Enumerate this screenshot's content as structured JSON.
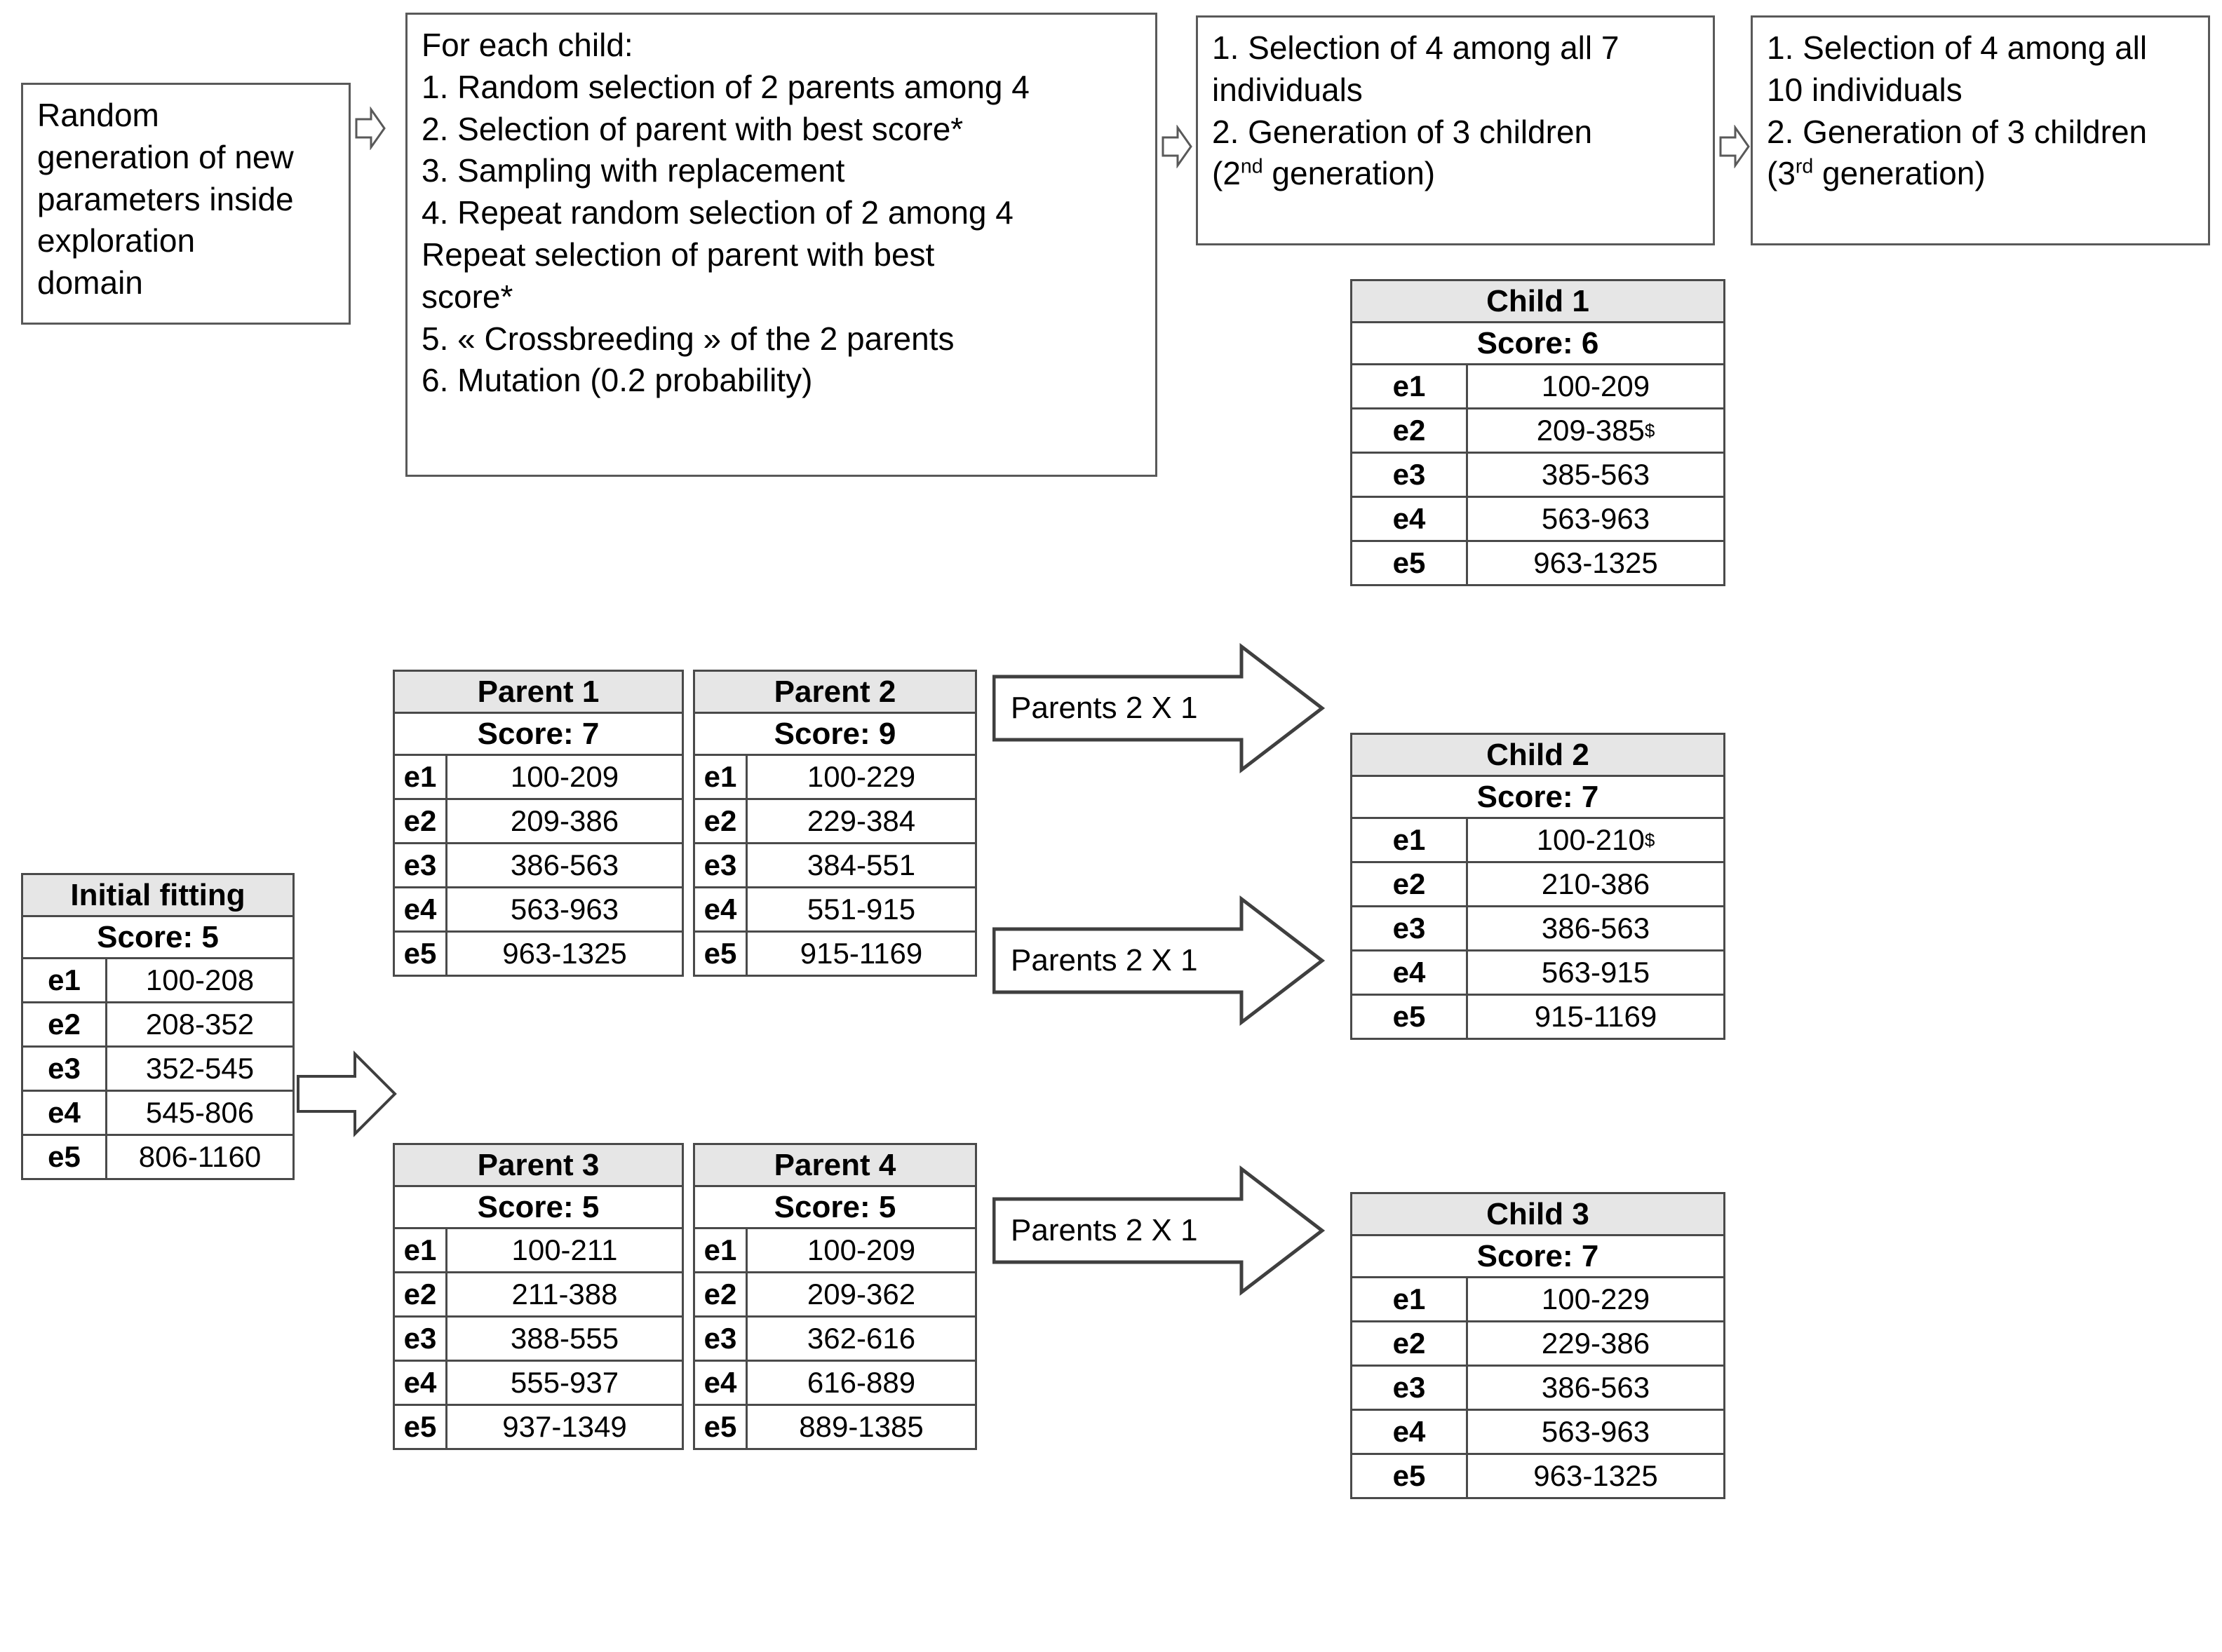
{
  "process_steps": [
    {
      "id": "random-generation",
      "lines": [
        "Random",
        "generation of new",
        "parameters inside",
        "exploration",
        "domain"
      ]
    },
    {
      "id": "for-each-child",
      "lines": [
        "For each child:",
        "1. Random selection of 2 parents among 4",
        "2. Selection of parent with best score*",
        "3. Sampling with replacement",
        "4. Repeat random selection of 2 among 4",
        "Repeat selection of parent with best",
        "score*",
        "5. « Crossbreeding » of the 2 parents",
        "6. Mutation (0.2 probability)"
      ]
    },
    {
      "id": "second-generation",
      "lines": [
        "1. Selection of 4 among all 7",
        "individuals",
        "2. Generation of 3 children"
      ],
      "last_line_pre": "(2",
      "last_line_sup": "nd",
      "last_line_post": " generation)"
    },
    {
      "id": "third-generation",
      "lines": [
        "1. Selection of 4 among all",
        "10 individuals",
        "2. Generation of 3 children"
      ],
      "last_line_pre": "(3",
      "last_line_sup": "rd",
      "last_line_post": " generation)"
    }
  ],
  "param_keys": [
    "e1",
    "e2",
    "e3",
    "e4",
    "e5"
  ],
  "initial_fitting": {
    "title": "Initial fitting",
    "score": "Score: 5",
    "values": [
      "100-208",
      "208-352",
      "352-545",
      "545-806",
      "806-1160"
    ]
  },
  "parents": [
    {
      "title": "Parent 1",
      "score": "Score: 7",
      "values": [
        "100-209",
        "209-386",
        "386-563",
        "563-963",
        "963-1325"
      ]
    },
    {
      "title": "Parent 2",
      "score": "Score: 9",
      "values": [
        "100-229",
        "229-384",
        "384-551",
        "551-915",
        "915-1169"
      ]
    },
    {
      "title": "Parent 3",
      "score": "Score: 5",
      "values": [
        "100-211",
        "211-388",
        "388-555",
        "555-937",
        "937-1349"
      ]
    },
    {
      "title": "Parent 4",
      "score": "Score: 5",
      "values": [
        "100-209",
        "209-362",
        "362-616",
        "616-889",
        "889-1385"
      ]
    }
  ],
  "children": [
    {
      "title": "Child 1",
      "score": "Score: 6",
      "values": [
        "100-209",
        "209-385",
        "385-563",
        "563-963",
        "963-1325"
      ],
      "marks": [
        "",
        "$",
        "",
        "",
        ""
      ]
    },
    {
      "title": "Child 2",
      "score": "Score: 7",
      "values": [
        "100-210",
        "210-386",
        "386-563",
        "563-915",
        "915-1169"
      ],
      "marks": [
        "$",
        "",
        "",
        "",
        ""
      ]
    },
    {
      "title": "Child 3",
      "score": "Score: 7",
      "values": [
        "100-229",
        "229-386",
        "386-563",
        "563-963",
        "963-1325"
      ],
      "marks": [
        "",
        "",
        "",
        "",
        ""
      ]
    }
  ],
  "crossbreed_arrows": [
    {
      "label": "Parents 2 X 1"
    },
    {
      "label": "Parents 2 X 1"
    },
    {
      "label": "Parents 2 X 1"
    }
  ],
  "colors": {
    "header_fill": "#e6e6e6",
    "border": "#4a4a4a",
    "box_border": "#595959",
    "background": "#ffffff",
    "text": "#000000"
  }
}
